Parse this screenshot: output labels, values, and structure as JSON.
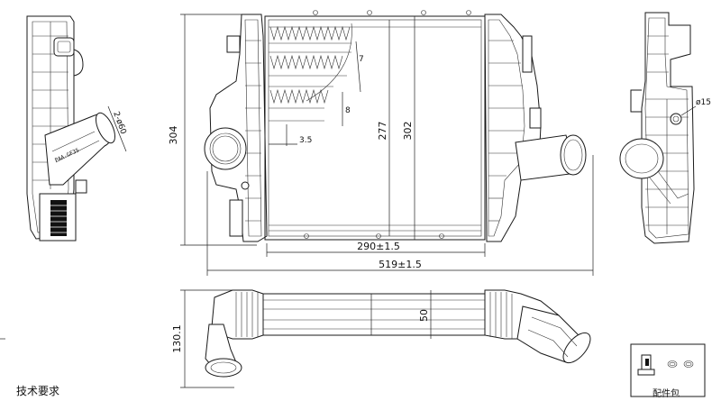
{
  "dimensions": {
    "overall_height": "304",
    "core_height_inner": "277",
    "core_height_outer": "302",
    "core_width": "290±1.5",
    "overall_width": "519±1.5",
    "fin_pitch_a": "7",
    "fin_pitch_b": "8",
    "tube_wall": "3.5",
    "side_height": "130.1",
    "core_depth": "50",
    "diameter_small": "ø15",
    "inlet_label": "2-ø60",
    "tube_text": "PAA-GF35"
  },
  "notes": {
    "tech_requirements": "技术要求",
    "accessory_pack": "配件包"
  }
}
